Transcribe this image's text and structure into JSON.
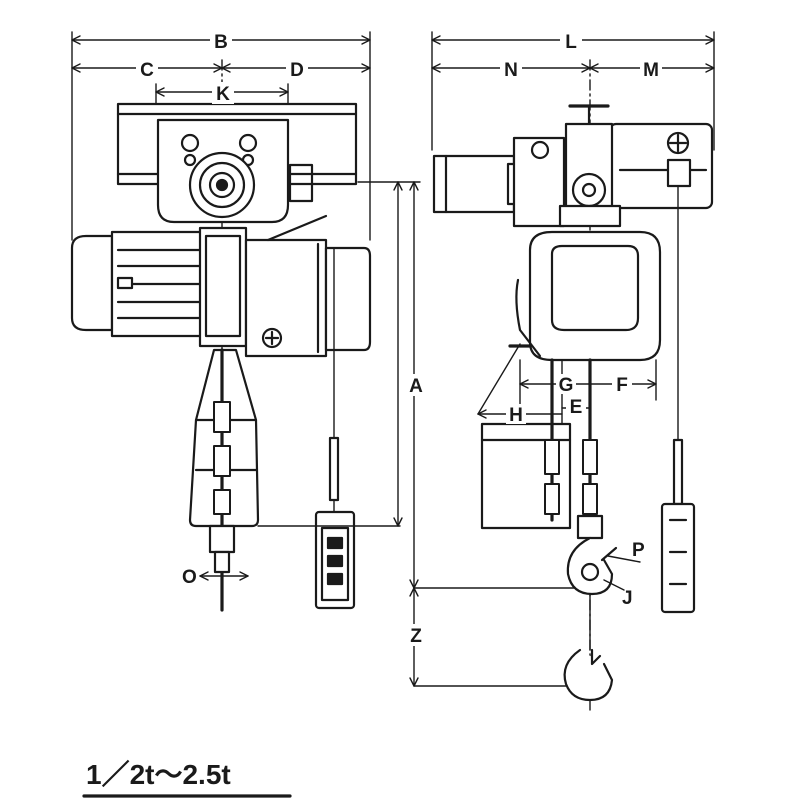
{
  "labels": {
    "A": "A",
    "B": "B",
    "C": "C",
    "D": "D",
    "K": "K",
    "O": "O",
    "L": "L",
    "N": "N",
    "M": "M",
    "G": "G",
    "F": "F",
    "E": "E",
    "H": "H",
    "P": "P",
    "J": "J",
    "Z": "Z"
  },
  "caption": "1／2t～2.5t"
}
